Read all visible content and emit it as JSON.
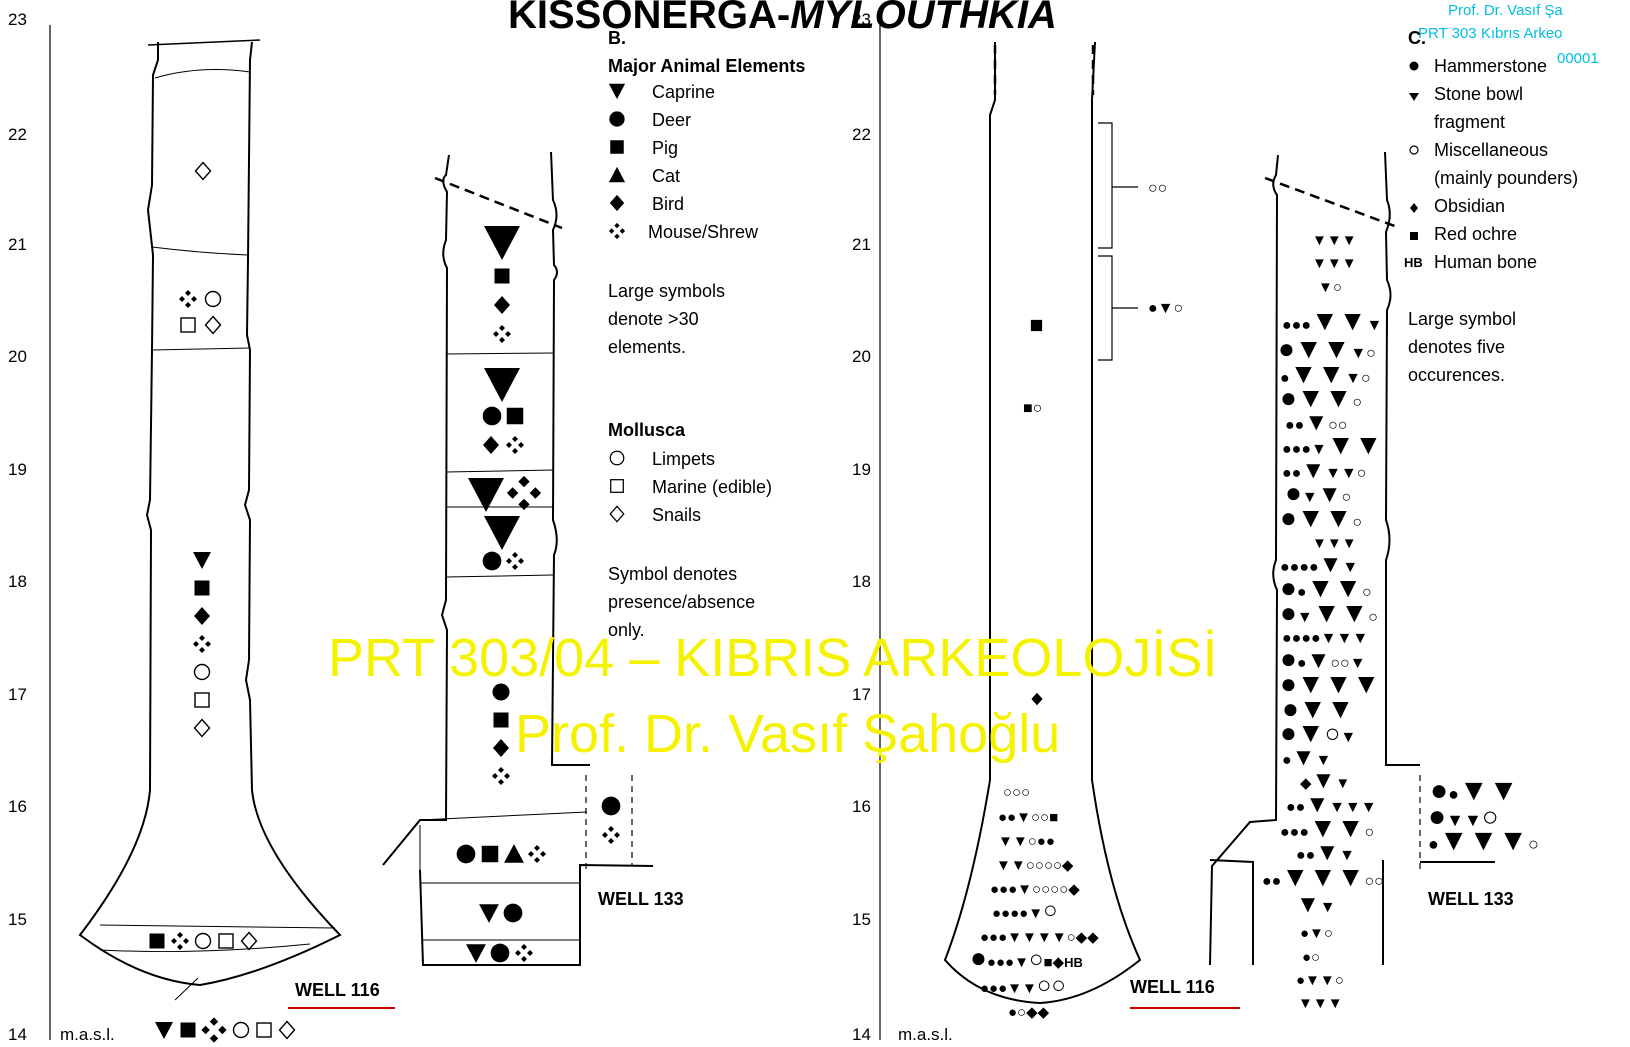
{
  "title": {
    "pre": "KISSONERGA-",
    "em": "MYLOUTHKIA"
  },
  "credit": {
    "line1": "Prof. Dr. Vasıf Şa",
    "line2": "PRT 303 Kıbrıs Arkeo",
    "line3": "00001"
  },
  "watermark": {
    "line1": "PRT 303/04 – KIBRIS ARKEOLOJİSİ",
    "line2": "Prof. Dr. Vasıf Şahoğlu"
  },
  "axis": {
    "ticks": [
      "23",
      "22",
      "21",
      "20",
      "19",
      "18",
      "17",
      "16",
      "15",
      "14"
    ],
    "unit": "m.a.s.l."
  },
  "panel_b": {
    "letter": "B.",
    "heading": "Major Animal Elements",
    "animals": [
      {
        "icon": "tri-icon",
        "label": "Caprine"
      },
      {
        "icon": "circle-icon",
        "label": "Deer"
      },
      {
        "icon": "square-icon",
        "label": "Pig"
      },
      {
        "icon": "up-triangle-icon",
        "label": "Cat"
      },
      {
        "icon": "diamond-icon",
        "label": "Bird"
      },
      {
        "icon": "clover-icon",
        "label": "Mouse/Shrew"
      }
    ],
    "note1": [
      "Large symbols",
      "denote >30",
      "elements."
    ],
    "mollusca_heading": "Mollusca",
    "mollusca": [
      {
        "icon": "open-circle-icon",
        "label": "Limpets"
      },
      {
        "icon": "open-square-icon",
        "label": "Marine (edible)"
      },
      {
        "icon": "open-diamond-icon",
        "label": "Snails"
      }
    ],
    "note2": [
      "Symbol denotes",
      "presence/absence",
      "only."
    ]
  },
  "panel_c": {
    "letter": "C.",
    "items": [
      {
        "icon": "dot-icon",
        "lines": [
          "Hammerstone"
        ]
      },
      {
        "icon": "small-triangle-icon",
        "lines": [
          "Stone bowl",
          "fragment"
        ]
      },
      {
        "icon": "small-open-circle-icon",
        "lines": [
          "Miscellaneous",
          "(mainly pounders)"
        ]
      },
      {
        "icon": "small-diamond-icon",
        "lines": [
          "Obsidian"
        ]
      },
      {
        "icon": "small-square-icon",
        "lines": [
          "Red ochre"
        ]
      },
      {
        "icon": "hb-icon",
        "mark": "HB",
        "lines": [
          "Human bone"
        ]
      }
    ],
    "note": [
      "Large symbol",
      "denotes five",
      "occurences."
    ]
  },
  "wells": {
    "w116": "WELL 116",
    "w133": "WELL 133"
  },
  "human_bone_mark": "HB",
  "accent": "#cc0000"
}
